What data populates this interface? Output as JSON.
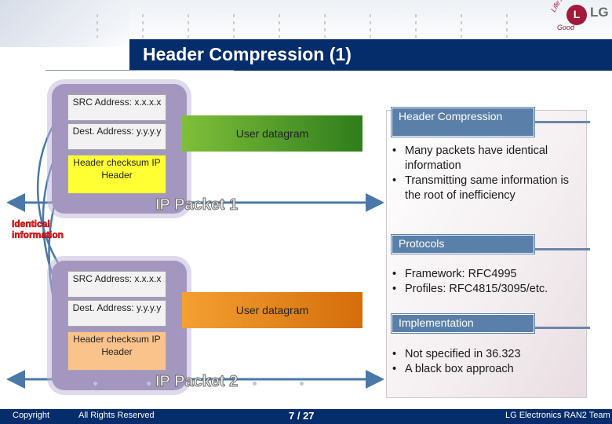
{
  "title": "Header Compression (1)",
  "logo": {
    "brand": "LG",
    "tagline_1": "Life's",
    "tagline_2": "Good"
  },
  "packet1": {
    "src": "SRC Address: x.x.x.x",
    "dest": "Dest. Address: y.y.y.y",
    "hdr": "Header checksum IP Header",
    "payload": "User datagram",
    "label": "IP Packet 1"
  },
  "packet2": {
    "src": "SRC Address: x.x.x.x",
    "dest": "Dest. Address: y.y.y.y",
    "hdr": "Header checksum IP Header",
    "payload": "User datagram",
    "label": "IP Packet 2"
  },
  "identical_label": "Identical information",
  "panel": {
    "sec1_title": "Header Compression",
    "sec1_bullets": [
      "Many packets have identical information",
      "Transmitting same information is the root of inefficiency"
    ],
    "sec2_title": "Protocols",
    "sec2_bullets": [
      "Framework: RFC4995",
      "Profiles: RFC4815/3095/etc."
    ],
    "sec3_title": "Implementation",
    "sec3_bullets": [
      "Not specified in 36.323",
      "A black box approach"
    ]
  },
  "footer": {
    "copyright": "Copyright",
    "rights": "All Rights Reserved",
    "page": "7 / 27",
    "team": "LG Electronics RAN2 Team"
  },
  "colors": {
    "title_bar": "#062d6b",
    "packet": "#a497bf",
    "header_yellow": "#ffff33",
    "header_orange": "#fbc38c",
    "datagram_green": "#4f9a2a",
    "datagram_orange": "#e6861c",
    "arrow": "#4a78a8",
    "identical_red": "#ff2222"
  }
}
